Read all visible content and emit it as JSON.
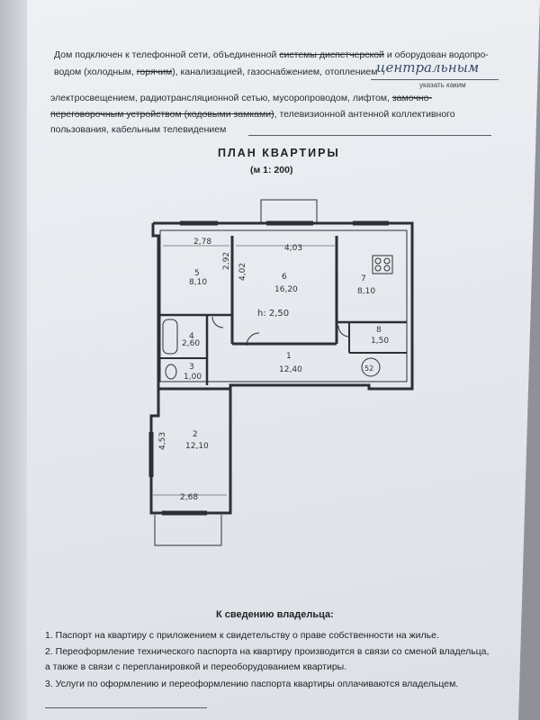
{
  "header": {
    "line1_a": "Дом подключен к телефонной сети, объединенной ",
    "line1_b": "системы диспетчерской",
    "line1_c": " и оборудован водопро-",
    "line2_a": "водом (холодным, ",
    "line2_b": "горячим",
    "line2_c": "), канализацией, газоснабжением, отоплением",
    "handwritten_heating": "центральным",
    "specify_label": "указать каким",
    "line3_a": "электросвещением, радиотрансляционной сетью, мусоропроводом, лифтом, ",
    "line3_b": "замочно-",
    "line4_a": "переговорочным устройством (кодовыми замками)",
    "line4_b": ", телевизионной антенной коллективного",
    "line5": "пользования, кабельным телевидением"
  },
  "plan": {
    "title": "ПЛАН КВАРТИРЫ",
    "scale": "(м 1: 200)",
    "rooms": [
      {
        "num": "5",
        "area": "8,10"
      },
      {
        "num": "6",
        "area": "16,20"
      },
      {
        "num": "7",
        "area": "8,10"
      },
      {
        "num": "4",
        "area": "2,60"
      },
      {
        "num": "3",
        "area": "1,00"
      },
      {
        "num": "1",
        "area": "12,40"
      },
      {
        "num": "8",
        "area": "1,50"
      },
      {
        "num": "2",
        "area": "12,10"
      }
    ],
    "dims": {
      "d278": "2,78",
      "d403": "4,03",
      "d292": "2,92",
      "d402": "4,02",
      "d453": "4,53",
      "d268": "2,68"
    },
    "height_label": "h: 2,50",
    "circle_label": "52"
  },
  "notes": {
    "heading": "К сведению владельца:",
    "item1": "1. Паспорт на квартиру с приложением к свидетельству о праве собственности на жилье.",
    "item2a": "2. Переоформление технического паспорта на квартиру производится в связи со сменой владельца,",
    "item2b": "а также в связи с перепланировкой и переоборудованием квартиры.",
    "item3": "3. Услуги по оформлению и переоформлению паспорта квартиры оплачиваются владельцем."
  }
}
